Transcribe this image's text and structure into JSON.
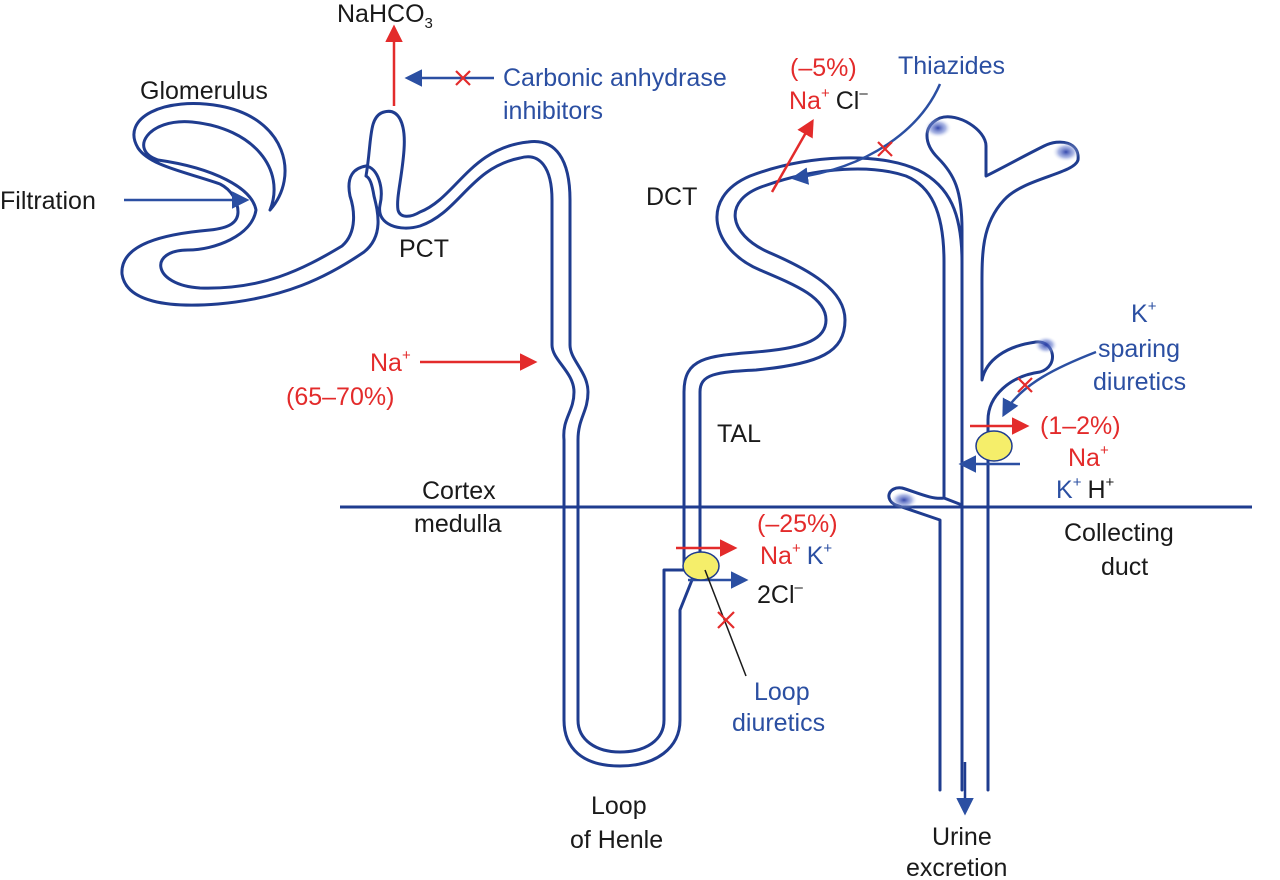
{
  "structures": {
    "glomerulus": "Glomerulus",
    "pct": "PCT",
    "dct": "DCT",
    "tal": "TAL",
    "loop_line1": "Loop",
    "loop_line2": "of Henle",
    "cortex": "Cortex",
    "medulla": "medulla",
    "collecting_line1": "Collecting",
    "collecting_line2": "duct",
    "urine_line1": "Urine",
    "urine_line2": "excretion"
  },
  "processes": {
    "filtration": "Filtration",
    "nahco3_main": "NaHCO",
    "nahco3_sub": "3"
  },
  "drugs": {
    "carbonic_line1": "Carbonic anhydrase",
    "carbonic_line2": "inhibitors",
    "thiazides": "Thiazides",
    "loop_line1": "Loop",
    "loop_line2": "diuretics",
    "ksparing_k": "K",
    "ksparing_k_sup": "+",
    "ksparing_line2": "sparing",
    "ksparing_line3": "diuretics"
  },
  "pct_transport": {
    "na": "Na",
    "na_sup": "+",
    "percent": "(65–70%)"
  },
  "dct_transport": {
    "percent": "(–5%)",
    "na": "Na",
    "na_sup": "+",
    "cl": "Cl",
    "cl_sup": "–"
  },
  "tal_transport": {
    "percent": "(–25%)",
    "na": "Na",
    "na_sup": "+",
    "k": "K",
    "k_sup": "+",
    "cl": "2Cl",
    "cl_sup": "–"
  },
  "cd_transport": {
    "percent": "(1–2%)",
    "na": "Na",
    "na_sup": "+",
    "k": "K",
    "k_sup": "+",
    "h": "H",
    "h_sup": "+"
  },
  "colors": {
    "tubule": "#1f3c8f",
    "drug_text": "#2b4fa2",
    "ion_red": "#e32b2b",
    "transporter": "#f5ee6a"
  }
}
